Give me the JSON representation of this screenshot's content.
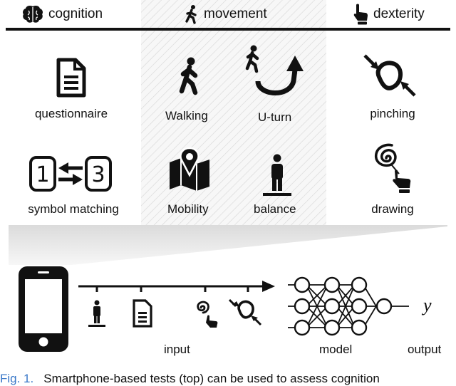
{
  "header": {
    "cognition": "cognition",
    "movement": "movement",
    "dexterity": "dexterity"
  },
  "tasks": {
    "questionnaire": "questionnaire",
    "walking": "Walking",
    "uturn": "U-turn",
    "pinching": "pinching",
    "symbol_matching": "symbol matching",
    "mobility": "Mobility",
    "balance": "balance",
    "drawing": "drawing"
  },
  "symbols": {
    "left": "1",
    "right": "3"
  },
  "pipeline": {
    "input": "input",
    "model": "model",
    "output": "output",
    "y": "y"
  },
  "caption": {
    "fig": "Fig. 1.",
    "text": "Smartphone-based tests (top) can be used to assess cognition"
  },
  "icons": [
    "brain-icon",
    "runner-icon",
    "hand-pointer-icon",
    "document-icon",
    "walking-icon",
    "u-turn-icon",
    "pinch-icon",
    "symbol-matching-icon",
    "map-pin-icon",
    "balance-icon",
    "spiral-drawing-icon",
    "smartphone-icon",
    "neural-network-icon"
  ]
}
